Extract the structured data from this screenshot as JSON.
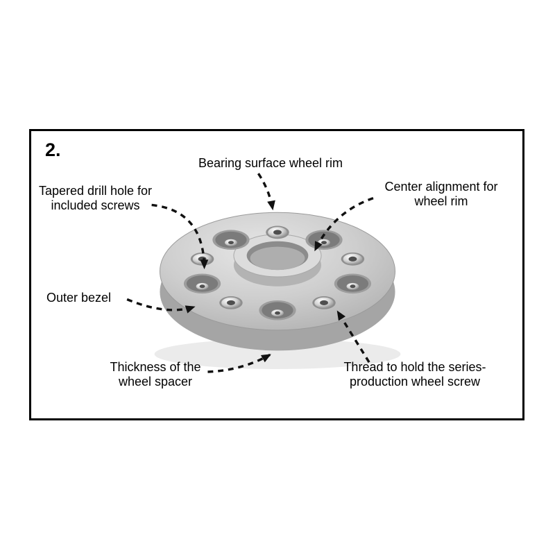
{
  "step_number": "2.",
  "labels": {
    "bearing_surface": "Bearing surface wheel rim",
    "center_alignment": "Center alignment for wheel rim",
    "tapered_drill_hole": "Tapered drill hole for included screws",
    "outer_bezel": "Outer bezel",
    "thickness": "Thickness of the wheel spacer",
    "thread": "Thread to hold the series-production wheel screw"
  },
  "diagram": {
    "subject": "wheel spacer with five tapered drill holes and five threaded inserts",
    "colors": {
      "outline": "#000000",
      "background": "#ffffff",
      "metal_light": "#dedede",
      "metal_mid": "#c0c0c0",
      "metal_dark": "#8a8a8a",
      "arrow": "#111111"
    }
  }
}
